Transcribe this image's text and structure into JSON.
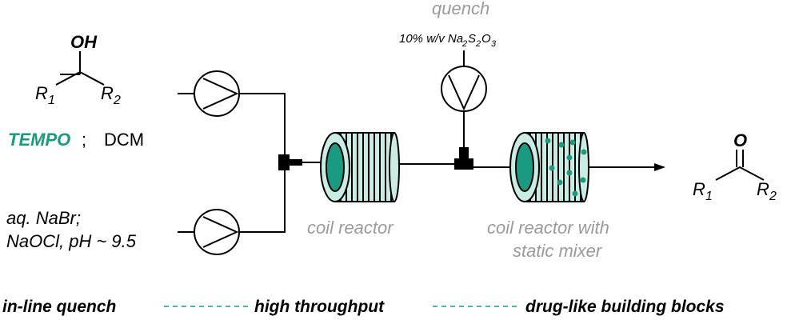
{
  "starting_material": {
    "oh": "OH",
    "r1": "R",
    "r1_sub": "1",
    "r2": "R",
    "r2_sub": "2"
  },
  "stream_a": {
    "catalyst": "TEMPO",
    "separator": ";",
    "solvent": "DCM"
  },
  "stream_b": {
    "line1": "aq. NaBr;",
    "line2": "NaOCl, pH ~ 9.5"
  },
  "quench": {
    "title": "quench",
    "conc": "10% w/v Na",
    "sub1": "2",
    "mid": "S",
    "sub2": "2",
    "o": "O",
    "sub3": "3"
  },
  "reactors": {
    "coil_label": "coil reactor",
    "mixer_label_line1": "coil reactor with",
    "mixer_label_line2": "static mixer"
  },
  "product": {
    "o": "O",
    "r1": "R",
    "r1_sub": "1",
    "r2": "R",
    "r2_sub": "2"
  },
  "banner": {
    "item1": "in-line quench",
    "item2": "high throughput",
    "item3": "drug-like building blocks"
  },
  "colors": {
    "accent": "#1a9a80",
    "coil_fill": "#c9ede4",
    "coil_core": "#1a9a80",
    "grey_text": "#9a9a9a"
  }
}
